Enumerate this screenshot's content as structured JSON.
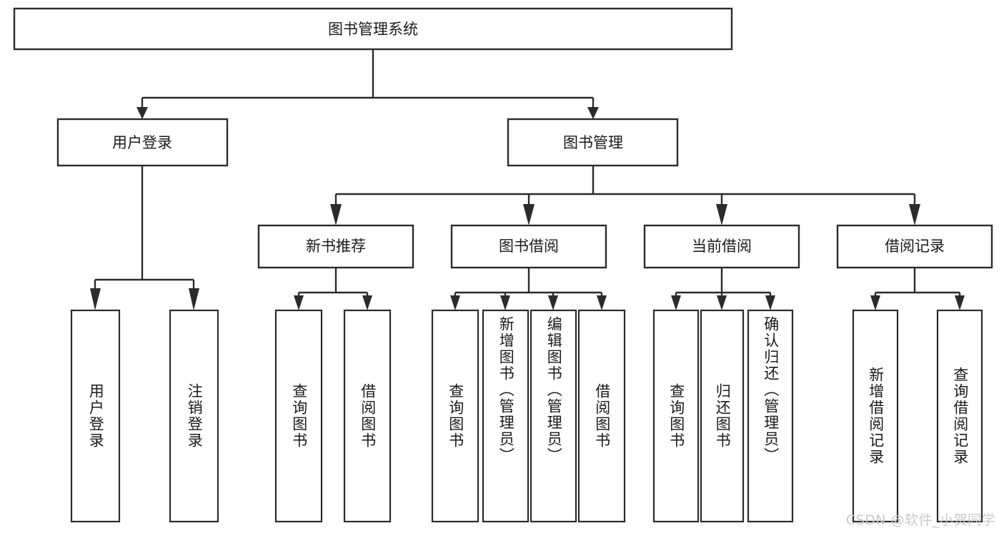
{
  "diagram": {
    "type": "tree-hierarchy",
    "title": "图书管理系统",
    "watermark": "CSDN @软件_小贺同学",
    "colors": {
      "box_stroke": "#2b2b2b",
      "box_fill": "#ffffff",
      "text": "#1a1a1a",
      "background": "#ffffff",
      "watermark": "#c9c9c9"
    },
    "root": {
      "label": "图书管理系统"
    },
    "level2": [
      {
        "label": "用户登录"
      },
      {
        "label": "图书管理"
      }
    ],
    "level3": [
      {
        "label": "新书推荐"
      },
      {
        "label": "图书借阅"
      },
      {
        "label": "当前借阅"
      },
      {
        "label": "借阅记录"
      }
    ],
    "leaves": {
      "user_login": [
        {
          "label": "用户登录"
        },
        {
          "label": "注销登录"
        }
      ],
      "new_book_recommend": [
        {
          "label": "查询图书"
        },
        {
          "label": "借阅图书"
        }
      ],
      "book_borrow": [
        {
          "label": "查询图书"
        },
        {
          "label": "新增图书（管理员）"
        },
        {
          "label": "编辑图书（管理员）"
        },
        {
          "label": "借阅图书"
        }
      ],
      "current_borrow": [
        {
          "label": "查询图书"
        },
        {
          "label": "归还图书"
        },
        {
          "label": "确认归还（管理员）"
        }
      ],
      "borrow_records": [
        {
          "label": "新增借阅记录"
        },
        {
          "label": "查询借阅记录"
        }
      ]
    }
  }
}
